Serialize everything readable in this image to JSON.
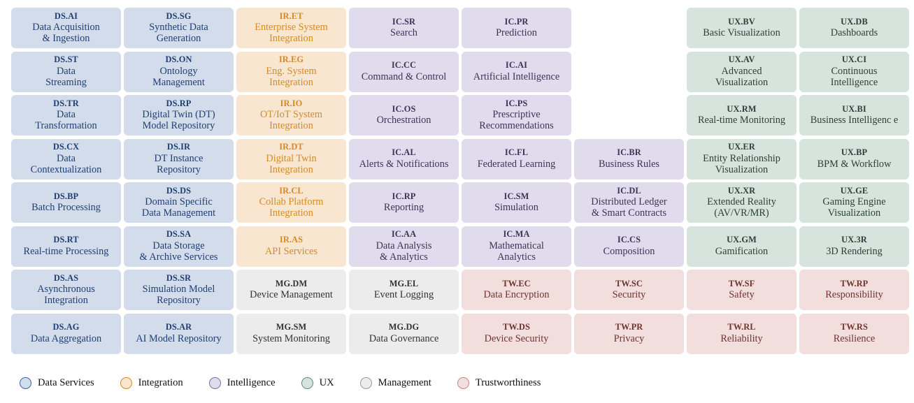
{
  "categories": {
    "ds": {
      "key": "ds",
      "name": "Data Services",
      "fill": "#d3dcea",
      "stroke": "#3b63a8",
      "text": "#1f3f73"
    },
    "ir": {
      "key": "ir",
      "name": "Integration",
      "fill": "#f9e6d0",
      "stroke": "#d48a27",
      "text": "#d48a27"
    },
    "ic": {
      "key": "ic",
      "name": "Intelligence",
      "fill": "#e1dced",
      "stroke": "#7a6f9c",
      "text": "#3b3457"
    },
    "ux": {
      "key": "ux",
      "name": "UX",
      "fill": "#d7e4de",
      "stroke": "#5e8a7c",
      "text": "#2d3f3a"
    },
    "mg": {
      "key": "mg",
      "name": "Management",
      "fill": "#ececec",
      "stroke": "#9a9a9a",
      "text": "#333333"
    },
    "tw": {
      "key": "tw",
      "name": "Trustworthiness",
      "fill": "#f2dedc",
      "stroke": "#c08a84",
      "text": "#6d3430"
    }
  },
  "legend": {
    "items": [
      {
        "swatch": "legend-swatch-data-services",
        "label": "Data Services",
        "category": "ds"
      },
      {
        "swatch": "legend-swatch-integration",
        "label": "Integration",
        "category": "ir"
      },
      {
        "swatch": "legend-swatch-intelligence",
        "label": "Intelligence",
        "category": "ic"
      },
      {
        "swatch": "legend-swatch-ux",
        "label": "UX",
        "category": "ux"
      },
      {
        "swatch": "legend-swatch-management",
        "label": "Management",
        "category": "mg"
      },
      {
        "swatch": "legend-swatch-trustworthiness",
        "label": "Trustworthiness",
        "category": "tw"
      }
    ]
  },
  "grid": {
    "columns": 8,
    "rows": 8,
    "cells": [
      {
        "code": "DS.AI",
        "label": "Data Acquisition\n& Ingestion",
        "category": "ds"
      },
      {
        "code": "DS.SG",
        "label": "Synthetic Data\nGeneration",
        "category": "ds"
      },
      {
        "code": "IR.ET",
        "label": "Enterprise System\nIntegration",
        "category": "ir"
      },
      {
        "code": "IC.SR",
        "label": "Search",
        "category": "ic"
      },
      {
        "code": "IC.PR",
        "label": "Prediction",
        "category": "ic"
      },
      {
        "code": "",
        "label": "",
        "category": "empty"
      },
      {
        "code": "UX.BV",
        "label": "Basic Visualization",
        "category": "ux"
      },
      {
        "code": "UX.DB",
        "label": "Dashboards",
        "category": "ux"
      },
      {
        "code": "DS.ST",
        "label": "Data\nStreaming",
        "category": "ds"
      },
      {
        "code": "DS.ON",
        "label": "Ontology\nManagement",
        "category": "ds"
      },
      {
        "code": "IR.EG",
        "label": "Eng. System\nIntegration",
        "category": "ir"
      },
      {
        "code": "IC.CC",
        "label": "Command & Control",
        "category": "ic"
      },
      {
        "code": "IC.AI",
        "label": "Artificial Intelligence",
        "category": "ic"
      },
      {
        "code": "",
        "label": "",
        "category": "empty"
      },
      {
        "code": "UX.AV",
        "label": "Advanced\nVisualization",
        "category": "ux"
      },
      {
        "code": "UX.CI",
        "label": "Continuous\nIntelligence",
        "category": "ux"
      },
      {
        "code": "DS.TR",
        "label": "Data\nTransformation",
        "category": "ds"
      },
      {
        "code": "DS.RP",
        "label": "Digital Twin (DT)\nModel Repository",
        "category": "ds"
      },
      {
        "code": "IR.IO",
        "label": "OT/IoT System\nIntegration",
        "category": "ir"
      },
      {
        "code": "IC.OS",
        "label": "Orchestration",
        "category": "ic"
      },
      {
        "code": "IC.PS",
        "label": "Prescriptive\nRecommendations",
        "category": "ic"
      },
      {
        "code": "",
        "label": "",
        "category": "empty"
      },
      {
        "code": "UX.RM",
        "label": "Real-time Monitoring",
        "category": "ux"
      },
      {
        "code": "UX.BI",
        "label": "Business Intelligenc  e",
        "category": "ux"
      },
      {
        "code": "DS.CX",
        "label": "Data\nContextualization",
        "category": "ds"
      },
      {
        "code": "DS.IR",
        "label": "DT Instance\nRepository",
        "category": "ds"
      },
      {
        "code": "IR.DT",
        "label": "Digital Twin\nIntegration",
        "category": "ir"
      },
      {
        "code": "IC.AL",
        "label": "Alerts & Notifications",
        "category": "ic"
      },
      {
        "code": "IC.FL",
        "label": "Federated Learning",
        "category": "ic"
      },
      {
        "code": "IC.BR",
        "label": "Business Rules",
        "category": "ic"
      },
      {
        "code": "UX.ER",
        "label": "Entity Relationship\nVisualization",
        "category": "ux"
      },
      {
        "code": "UX.BP",
        "label": "BPM & Workflow",
        "category": "ux"
      },
      {
        "code": "DS.BP",
        "label": "Batch Processing",
        "category": "ds"
      },
      {
        "code": "DS.DS",
        "label": "Domain Specific\nData Management",
        "category": "ds"
      },
      {
        "code": "IR.CL",
        "label": "Collab Platform\nIntegration",
        "category": "ir"
      },
      {
        "code": "IC.RP",
        "label": "Reporting",
        "category": "ic"
      },
      {
        "code": "IC.SM",
        "label": "Simulation",
        "category": "ic"
      },
      {
        "code": "IC.DL",
        "label": "Distributed Ledger\n& Smart Contracts",
        "category": "ic"
      },
      {
        "code": "UX.XR",
        "label": "Extended Reality\n(AV/VR/MR)",
        "category": "ux"
      },
      {
        "code": "UX.GE",
        "label": "Gaming Engine\nVisualization",
        "category": "ux"
      },
      {
        "code": "DS.RT",
        "label": "Real-time Processing",
        "category": "ds"
      },
      {
        "code": "DS.SA",
        "label": "Data Storage\n& Archive Services",
        "category": "ds"
      },
      {
        "code": "IR.AS",
        "label": "API Services",
        "category": "ir"
      },
      {
        "code": "IC.AA",
        "label": "Data Analysis\n& Analytics",
        "category": "ic"
      },
      {
        "code": "IC.MA",
        "label": "Mathematical\nAnalytics",
        "category": "ic"
      },
      {
        "code": "IC.CS",
        "label": "Composition",
        "category": "ic"
      },
      {
        "code": "UX.GM",
        "label": "Gamification",
        "category": "ux"
      },
      {
        "code": "UX.3R",
        "label": "3D Rendering",
        "category": "ux"
      },
      {
        "code": "DS.AS",
        "label": "Asynchronous\nIntegration",
        "category": "ds"
      },
      {
        "code": "DS.SR",
        "label": "Simulation Model\nRepository",
        "category": "ds"
      },
      {
        "code": "MG.DM",
        "label": "Device Management",
        "category": "mg"
      },
      {
        "code": "MG.EL",
        "label": "Event Logging",
        "category": "mg"
      },
      {
        "code": "TW.EC",
        "label": "Data Encryption",
        "category": "tw"
      },
      {
        "code": "TW.SC",
        "label": "Security",
        "category": "tw"
      },
      {
        "code": "TW.SF",
        "label": "Safety",
        "category": "tw"
      },
      {
        "code": "TW.RP",
        "label": "Responsibility",
        "category": "tw"
      },
      {
        "code": "DS.AG",
        "label": "Data Aggregation",
        "category": "ds"
      },
      {
        "code": "DS.AR",
        "label": "AI Model Repository",
        "category": "ds"
      },
      {
        "code": "MG.SM",
        "label": "System Monitoring",
        "category": "mg"
      },
      {
        "code": "MG.DG",
        "label": "Data Governance",
        "category": "mg"
      },
      {
        "code": "TW.DS",
        "label": "Device Security",
        "category": "tw"
      },
      {
        "code": "TW.PR",
        "label": "Privacy",
        "category": "tw"
      },
      {
        "code": "TW.RL",
        "label": "Reliability",
        "category": "tw"
      },
      {
        "code": "TW.RS",
        "label": "Resilience",
        "category": "tw"
      }
    ]
  }
}
